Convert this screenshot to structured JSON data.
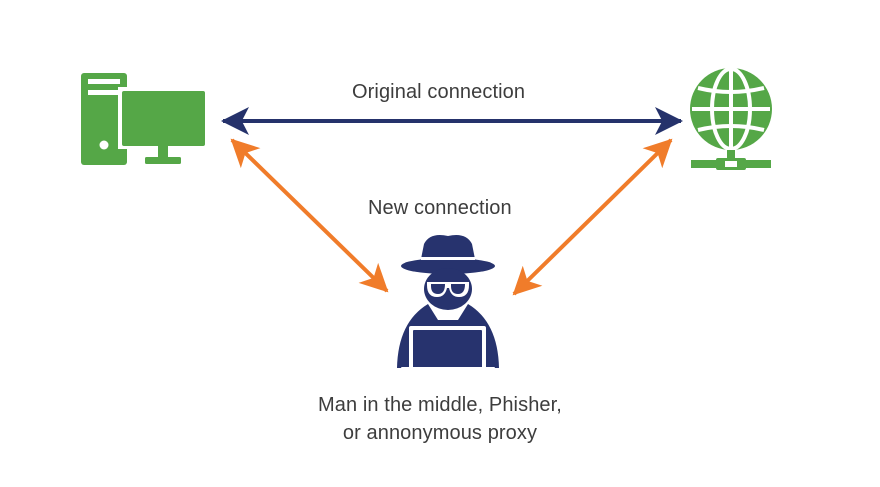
{
  "labels": {
    "original_connection": "Original connection",
    "new_connection": "New connection",
    "attacker_line1": "Man in the middle, Phisher,",
    "attacker_line2": "or annonymous proxy"
  },
  "nodes": {
    "client": {
      "icon": "desktop-computer-icon"
    },
    "server": {
      "icon": "globe-network-icon"
    },
    "attacker": {
      "icon": "hacker-spy-icon"
    }
  },
  "colors": {
    "node_green": "#55a747",
    "original_arrow": "#25326b",
    "new_arrow": "#f07c2a",
    "attacker_navy": "#27336e",
    "label_text": "#3d3d3d"
  }
}
